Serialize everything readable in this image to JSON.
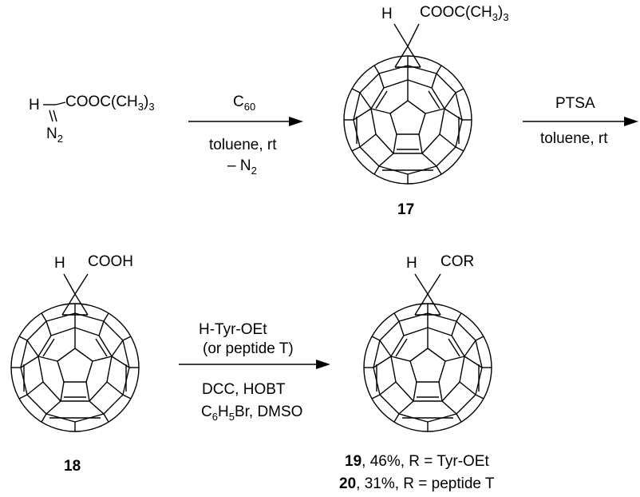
{
  "reagent_left": {
    "h": "H",
    "ester": "COOC(CH",
    "ester_sub": "3",
    "ester_close": ")",
    "ester_close_sub": "3",
    "n": "N",
    "n_sub": "2"
  },
  "arrow1": {
    "top": "C",
    "top_sub": "60",
    "bottom1": "toluene, rt",
    "bottom2": "– N",
    "bottom2_sub": "2"
  },
  "compound17": {
    "h": "H",
    "ester": "COOC(CH",
    "ester_sub": "3",
    "ester_close": ")",
    "ester_close_sub": "3",
    "label": "17"
  },
  "arrow2": {
    "top": "PTSA",
    "bottom": "toluene, rt"
  },
  "compound18": {
    "h": "H",
    "group": "COOH",
    "label": "18"
  },
  "arrow3": {
    "top1": "H-Tyr-OEt",
    "top2": "(or peptide T)",
    "bottom1": "DCC, HOBT",
    "bottom2_a": "C",
    "bottom2_a_sub": "6",
    "bottom2_b": "H",
    "bottom2_b_sub": "5",
    "bottom2_c": "Br, DMSO"
  },
  "product": {
    "h": "H",
    "group": "COR",
    "line1_num": "19",
    "line1_rest": ", 46%, R = Tyr-OEt",
    "line2_num": "20",
    "line2_rest": ", 31%,  R = peptide T"
  }
}
